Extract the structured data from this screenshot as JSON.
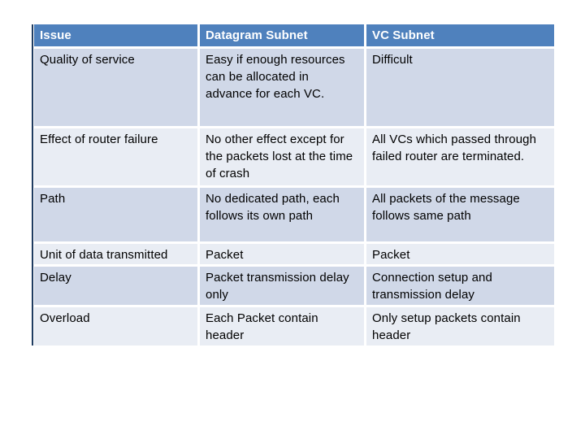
{
  "colors": {
    "header_bg": "#4f81bd",
    "header_text": "#ffffff",
    "band_dark": "#d0d8e8",
    "band_light": "#e9edf4",
    "body_text": "#000000",
    "accent_border": "#1f3c61",
    "page_bg": "#ffffff"
  },
  "table": {
    "headers": [
      "Issue",
      "Datagram Subnet",
      "VC Subnet"
    ],
    "rows": [
      {
        "issue": "Quality of service",
        "datagram": "Easy if enough resources can be allocated in advance for each VC.",
        "vc": "Difficult"
      },
      {
        "issue": "Effect of router failure",
        "datagram": "No other effect except for the packets lost at the time of crash",
        "vc": "All VCs which passed through failed router are terminated."
      },
      {
        "issue": "Path",
        "datagram": "No dedicated path, each follows its own path",
        "vc": "All packets of the message follows same path"
      },
      {
        "issue": "Unit of data transmitted",
        "datagram": "Packet",
        "vc": "Packet"
      },
      {
        "issue": "Delay",
        "datagram": "Packet transmission delay only",
        "vc": "Connection setup and transmission delay"
      },
      {
        "issue": "Overload",
        "datagram": "Each Packet contain header",
        "vc": "Only setup packets contain header"
      }
    ]
  }
}
